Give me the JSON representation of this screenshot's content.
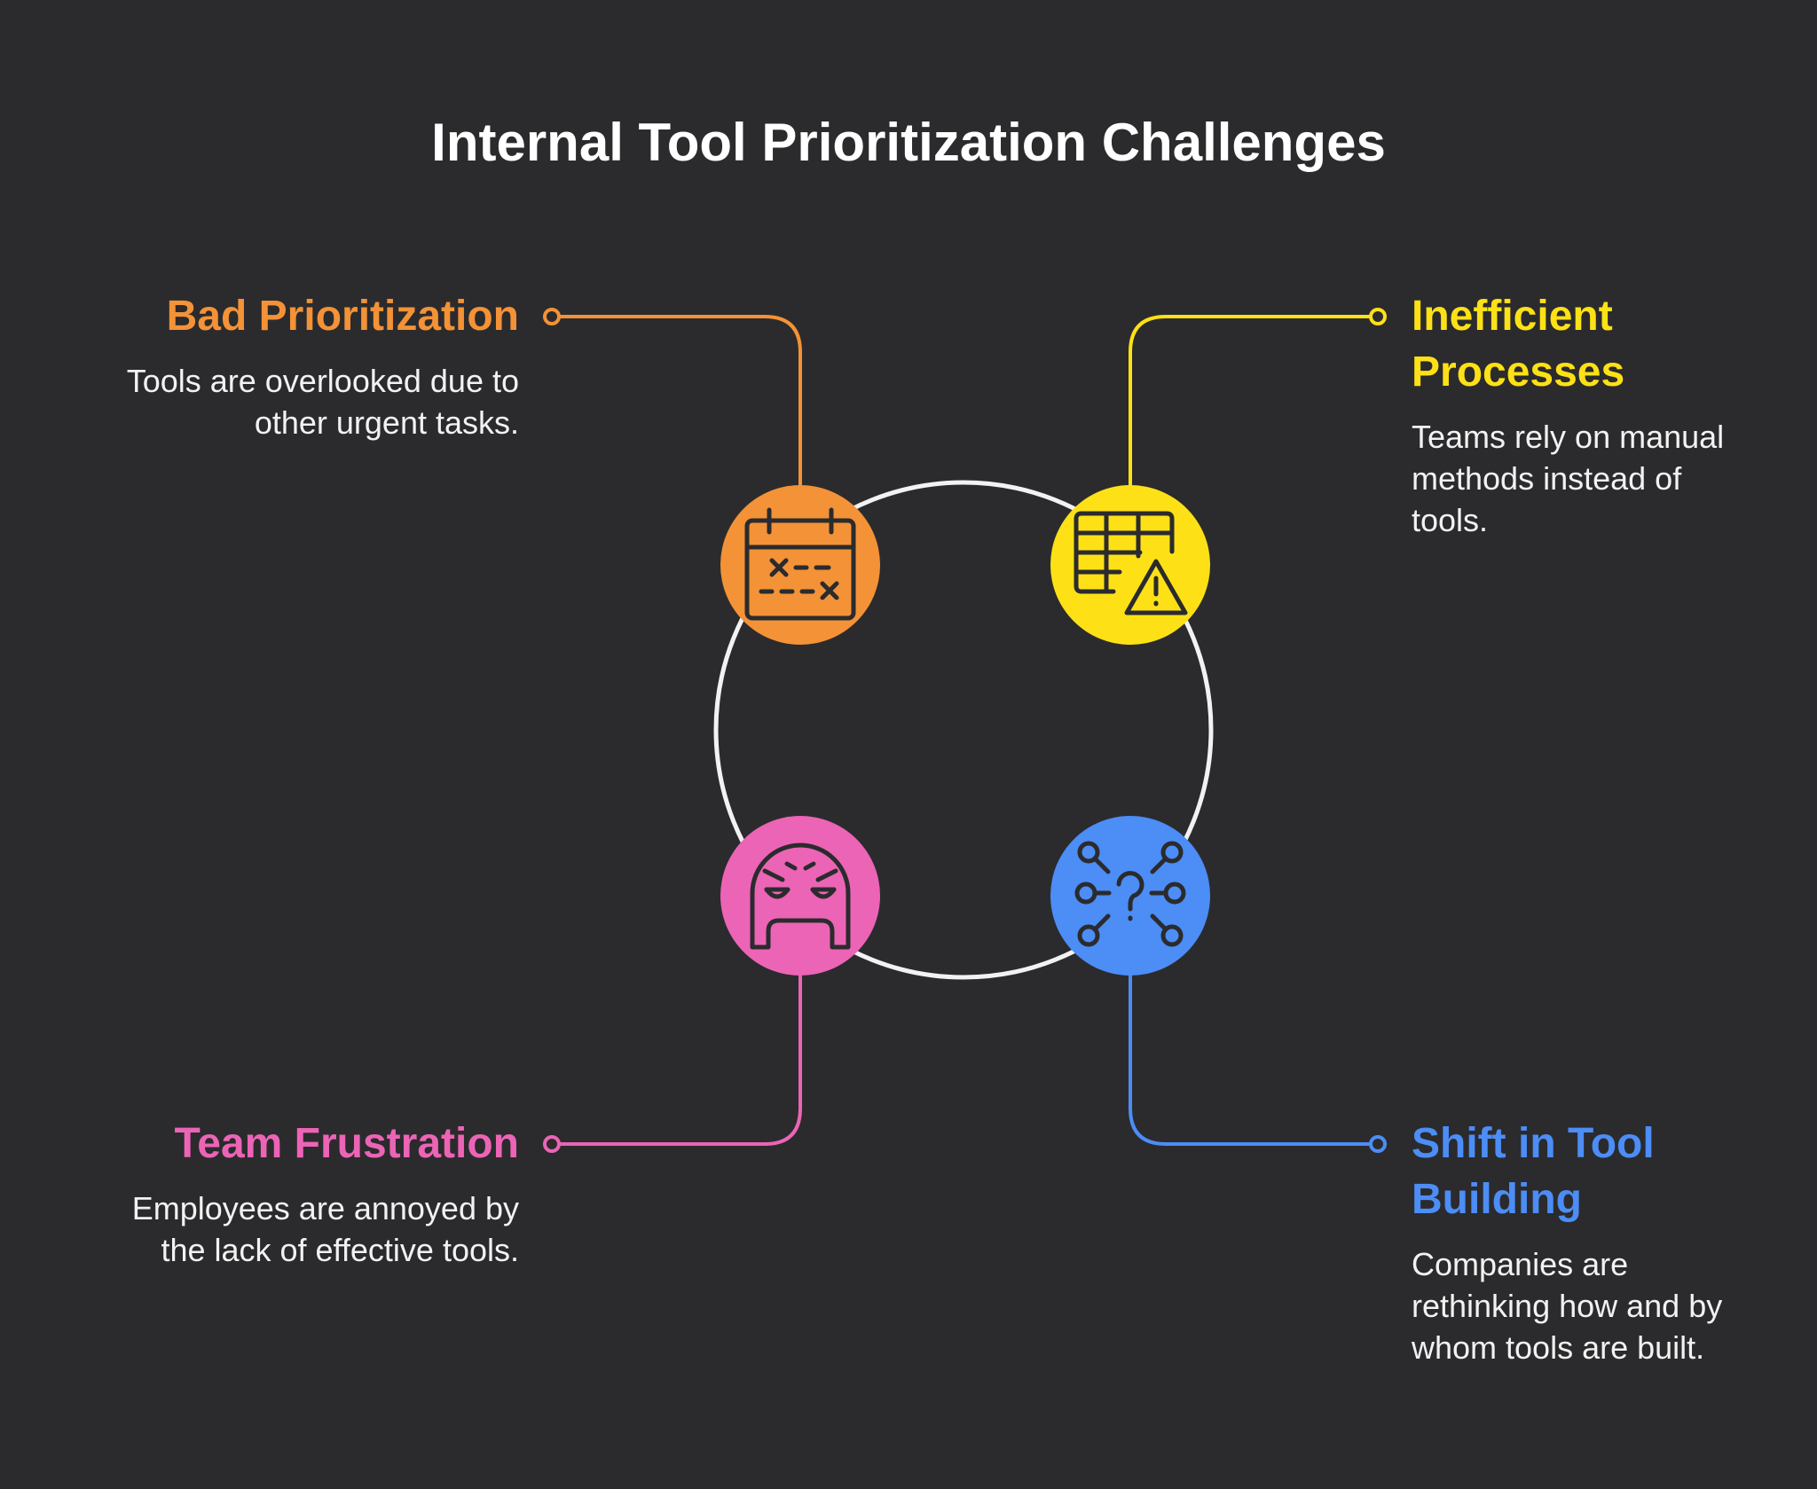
{
  "title": "Internal Tool Prioritization Challenges",
  "ring_color": "#f2f2f2",
  "icon_stroke_color": "#2b2b2d",
  "challenges": [
    {
      "heading": "Bad Prioritization",
      "description": "Tools are overlooked due to other urgent tasks.",
      "color": "#f39237",
      "icon": "calendar-x-icon"
    },
    {
      "heading": "Inefficient Processes",
      "description": "Teams rely on manual methods instead of tools.",
      "color": "#fde116",
      "icon": "spreadsheet-warning-icon"
    },
    {
      "heading": "Team Frustration",
      "description": "Employees are annoyed by the lack of effective tools.",
      "color": "#ec64b6",
      "icon": "frustrated-face-icon"
    },
    {
      "heading": "Shift in Tool Building",
      "description": "Companies are rethinking how and by whom tools are built.",
      "color": "#4c8df6",
      "icon": "question-network-icon"
    }
  ]
}
